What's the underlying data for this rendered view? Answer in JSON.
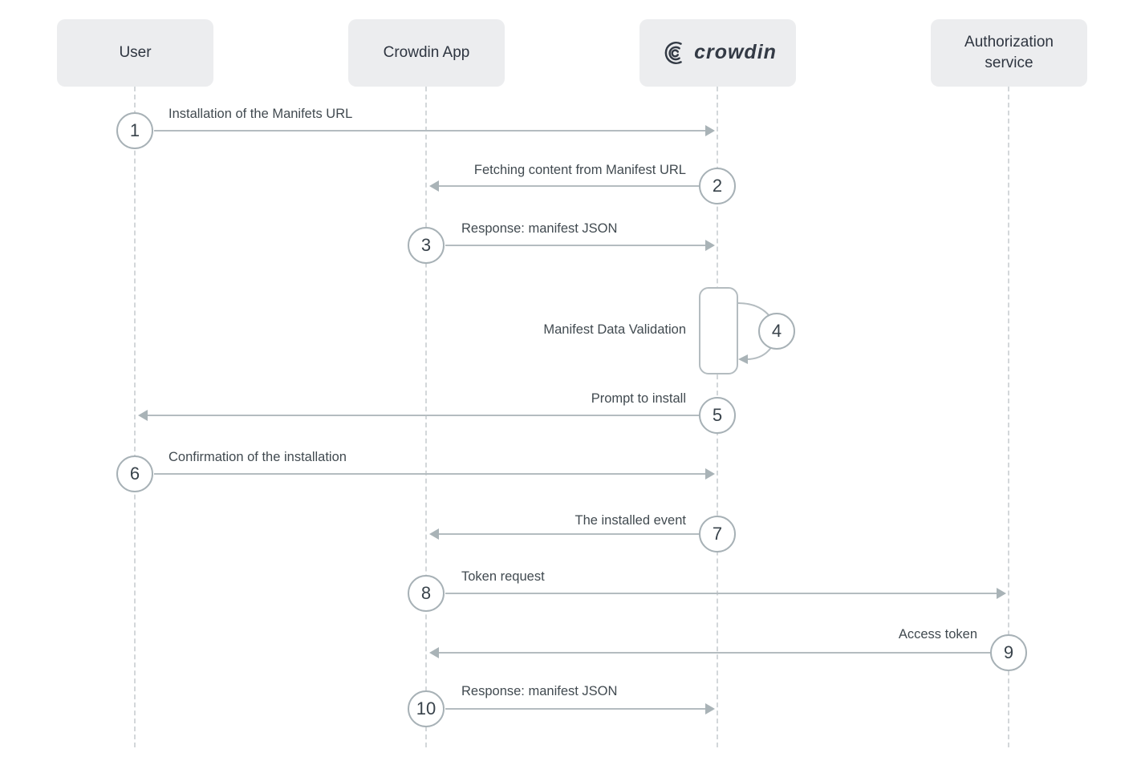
{
  "diagram_type": "sequence-diagram",
  "actors": [
    {
      "id": "user",
      "label": "User"
    },
    {
      "id": "crowdin-app",
      "label": "Crowdin App"
    },
    {
      "id": "crowdin",
      "label": "crowdin",
      "representation": "crowdin-logo"
    },
    {
      "id": "authorization-service",
      "label": "Authorization service"
    }
  ],
  "messages": [
    {
      "number": "1",
      "label": "Installation of the Manifets URL",
      "from": "User",
      "to": "crowdin",
      "direction": "right"
    },
    {
      "number": "2",
      "label": "Fetching content from Manifest URL",
      "from": "crowdin",
      "to": "Crowdin App",
      "direction": "left"
    },
    {
      "number": "3",
      "label": "Response: manifest JSON",
      "from": "Crowdin App",
      "to": "crowdin",
      "direction": "right"
    },
    {
      "number": "4",
      "label": "Manifest Data Validation",
      "from": "crowdin",
      "to": "crowdin",
      "direction": "self"
    },
    {
      "number": "5",
      "label": "Prompt to install",
      "from": "crowdin",
      "to": "User",
      "direction": "left"
    },
    {
      "number": "6",
      "label": "Confirmation of the installation",
      "from": "User",
      "to": "crowdin",
      "direction": "right"
    },
    {
      "number": "7",
      "label": "The installed event",
      "from": "crowdin",
      "to": "Crowdin App",
      "direction": "left"
    },
    {
      "number": "8",
      "label": "Token request",
      "from": "Crowdin App",
      "to": "Authorization service",
      "direction": "right"
    },
    {
      "number": "9",
      "label": "Access token",
      "from": "Authorization service",
      "to": "Crowdin App",
      "direction": "left"
    },
    {
      "number": "10",
      "label": "Response: manifest JSON",
      "from": "Crowdin App",
      "to": "crowdin",
      "direction": "right"
    }
  ],
  "colors": {
    "actor_box_bg": "#ecedef",
    "actor_text": "#2e3540",
    "lifeline": "#d3d7da",
    "arrow_line": "#b4bcc0",
    "arrowhead": "#a9b3b7",
    "circle_border": "#a7b1b6",
    "label_text": "#414a50",
    "logo_dark": "#333a45"
  }
}
